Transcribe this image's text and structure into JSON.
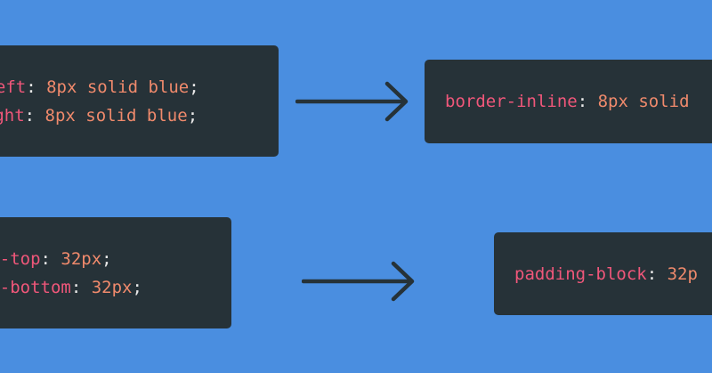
{
  "top_left": {
    "lines": [
      {
        "prop": "-left",
        "sep": ": ",
        "value": "8px solid blue",
        "end": ";"
      },
      {
        "prop": "-right",
        "sep": ": ",
        "value": "8px solid blue",
        "end": ";"
      }
    ]
  },
  "top_right": {
    "line": {
      "prop": "border-inline",
      "sep": ": ",
      "value": "8px solid"
    }
  },
  "bottom_left": {
    "lines": [
      {
        "prop": "ding-top",
        "sep": ": ",
        "value": "32px",
        "end": ";"
      },
      {
        "prop": "ding-bottom",
        "sep": ": ",
        "value": "32px",
        "end": ";"
      }
    ]
  },
  "bottom_right": {
    "line": {
      "prop": "padding-block",
      "sep": ": ",
      "value": "32p"
    }
  },
  "colors": {
    "background": "#4a8ee0",
    "code_box": "#263238",
    "property": "#f0577a",
    "value": "#f08a6c",
    "punctuation": "#e8e8e8",
    "arrow": "#263238"
  },
  "icons": [
    "right-arrow-icon",
    "right-arrow-icon"
  ]
}
